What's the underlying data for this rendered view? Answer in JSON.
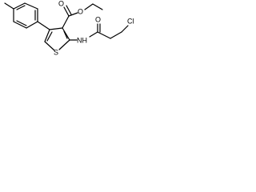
{
  "molecule": {
    "atoms": {
      "carbonyl_o_ester": "O",
      "ester_o": "O",
      "carbonyl_o_amide": "O",
      "nh": "NH",
      "sulfur": "S",
      "chlorine": "Cl"
    }
  }
}
